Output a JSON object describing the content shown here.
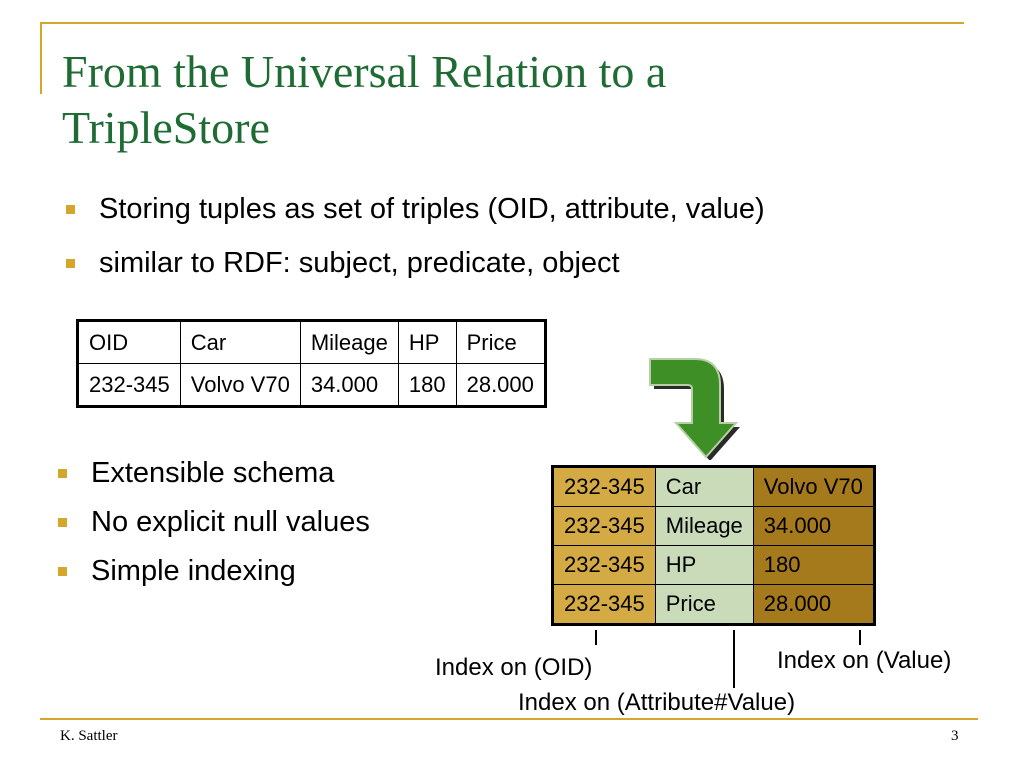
{
  "slide": {
    "title_line1": "From the Universal Relation to a",
    "title_line2": "TripleStore",
    "bullets_top": [
      "Storing tuples as set of triples (OID, attribute, value)",
      "similar to RDF: subject, predicate, object"
    ],
    "bullets_bottom": [
      "Extensible schema",
      "No explicit null values",
      "Simple indexing"
    ],
    "relation_table": {
      "headers": [
        "OID",
        "Car",
        "Mileage",
        "HP",
        "Price"
      ],
      "row": [
        "232-345",
        "Volvo V70",
        "34.000",
        "180",
        "28.000"
      ]
    },
    "triple_table": {
      "rows": [
        [
          "232-345",
          "Car",
          "Volvo V70"
        ],
        [
          "232-345",
          "Mileage",
          "34.000"
        ],
        [
          "232-345",
          "HP",
          "180"
        ],
        [
          "232-345",
          "Price",
          "28.000"
        ]
      ]
    },
    "index_labels": {
      "oid": "Index on (OID)",
      "value": "Index on (Value)",
      "attr_value": "Index on (Attribute#Value)"
    },
    "footer": {
      "author": "K. Sattler",
      "page": "3"
    },
    "colors": {
      "frame": "#d4a72c",
      "title": "#1e6b33",
      "arrow": "#3f8f27",
      "oid_col": "#d4aa45",
      "attr_col": "#c9dbb8",
      "value_col": "#a57a1d"
    }
  }
}
